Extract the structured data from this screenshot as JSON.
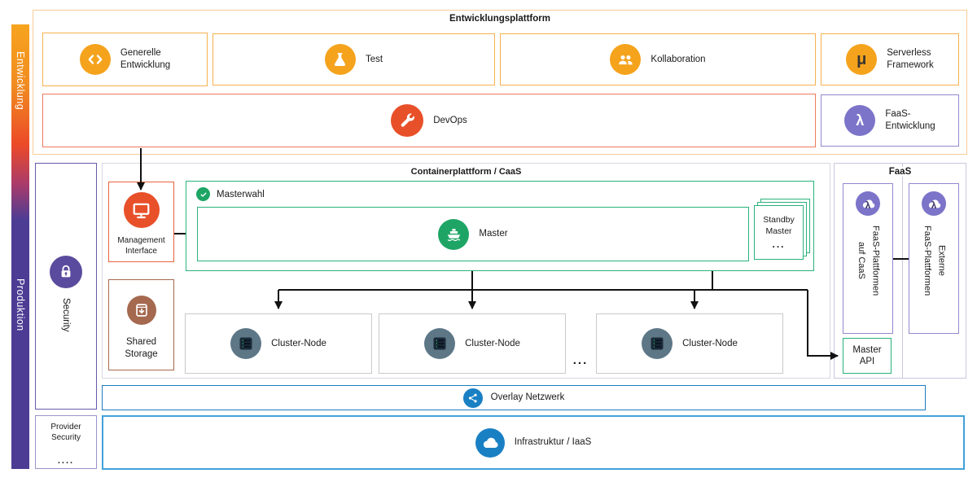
{
  "colors": {
    "orange": "#F5A31D",
    "orange_border": "#F6B14E",
    "orange_light": "#F9CD97",
    "red": "#E8502A",
    "red_border": "#ED7A5C",
    "red_border2": "#E8643C",
    "purple": "#7C74C9",
    "purple_border": "#9189CE",
    "green": "#1EA565",
    "green_border": "#2AB27B",
    "brown": "#A5694F",
    "slate": "#5D7787",
    "node_border": "#C9C9C9",
    "panel_border": "#D8D8E2",
    "faas_panel_border": "#C9C6DF",
    "security_purple": "#5B4B9E",
    "security_border": "#6A58A8",
    "provider_border": "#9C92CC",
    "blue": "#1A80C4",
    "blue_border": "#1E7BC0",
    "infra_border": "#44A0D9",
    "bar_top": "#F7A41F",
    "bar_mid": "#EC4A28",
    "bar_bottom": "#4C3C94",
    "line": "#111111"
  },
  "left_bar": {
    "development_label": "Entwicklung",
    "production_label": "Produktion"
  },
  "dev_platform": {
    "title": "Entwicklungsplattform",
    "general_dev": {
      "label": "Generelle\nEntwicklung",
      "icon": "code-icon"
    },
    "test": {
      "label": "Test",
      "icon": "flask-icon"
    },
    "collaboration": {
      "label": "Kollaboration",
      "icon": "people-icon"
    },
    "serverless": {
      "label": "Serverless\nFramework",
      "icon": "mu-icon",
      "mu_glyph": "μ"
    },
    "devops": {
      "label": "DevOps",
      "icon": "wrench-icon"
    },
    "faas_dev": {
      "label": "FaaS-\nEntwicklung",
      "icon": "lambda-icon",
      "lambda_glyph": "λ"
    }
  },
  "caas_platform": {
    "title": "Containerplattform / CaaS",
    "management_interface": {
      "label": "Management\nInterface",
      "icon": "monitor-icon"
    },
    "masterwahl": {
      "label": "Masterwahl",
      "icon": "check-circle-icon"
    },
    "master": {
      "label": "Master",
      "icon": "ship-icon"
    },
    "standby_master": {
      "label": "Standby\nMaster",
      "more": "..."
    },
    "shared_storage": {
      "label": "Shared\nStorage",
      "icon": "storage-box-icon"
    },
    "cluster_nodes": [
      {
        "label": "Cluster-Node",
        "icon": "server-icon"
      },
      {
        "label": "Cluster-Node",
        "icon": "server-icon"
      },
      {
        "label": "Cluster-Node",
        "icon": "server-icon"
      }
    ],
    "nodes_ellipsis": "..."
  },
  "faas_platform": {
    "title": "FaaS",
    "on_caas": {
      "label": "FaaS-Plattformen\nauf CaaS",
      "icon": "cloud-lambda-icon",
      "lambda_glyph": "λ"
    },
    "external": {
      "label": "Externe\nFaaS-Plattformen",
      "icon": "cloud-lambda-icon",
      "lambda_glyph": "λ"
    },
    "master_api": {
      "label": "Master\nAPI"
    }
  },
  "security": {
    "label": "Security",
    "icon": "lock-icon",
    "provider": {
      "label": "Provider\nSecurity",
      "more": "...."
    }
  },
  "network": {
    "overlay": {
      "label": "Overlay Netzwerk",
      "icon": "share-network-icon"
    },
    "infrastructure": {
      "label": "Infrastruktur / IaaS",
      "icon": "cloud-icon"
    }
  }
}
